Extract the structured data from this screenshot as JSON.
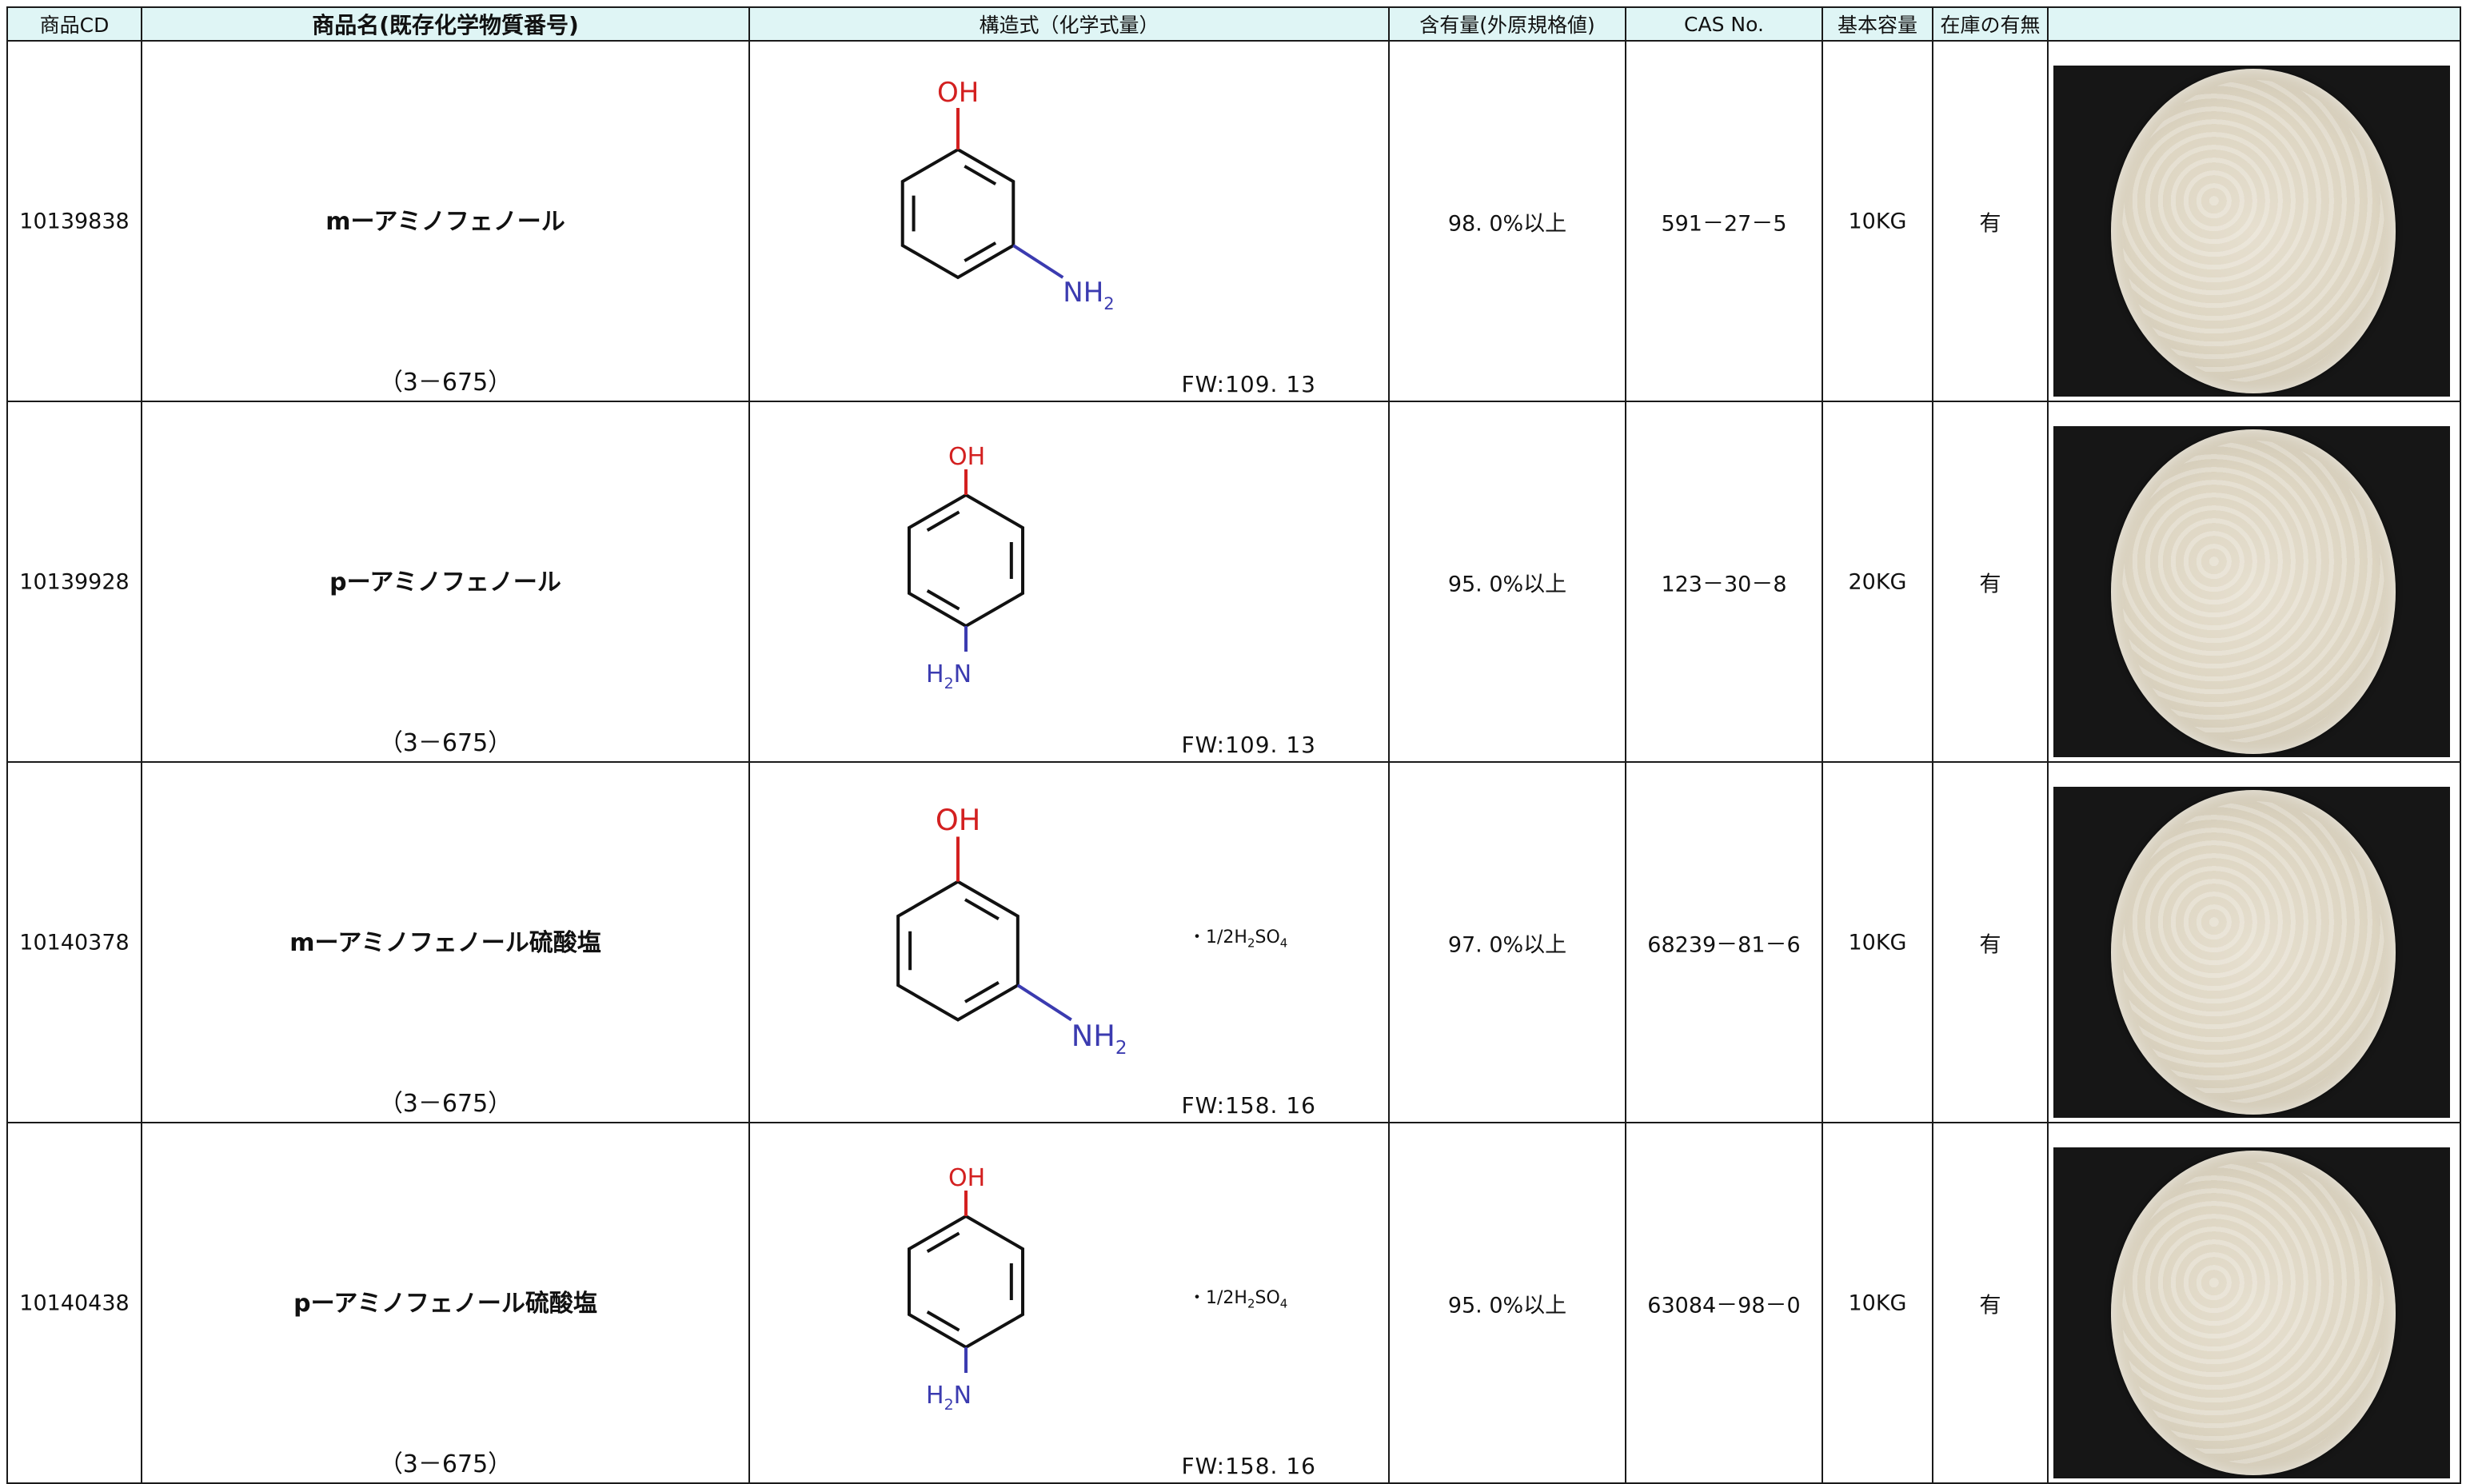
{
  "headers": {
    "cd": "商品CD",
    "name": "商品名(既存化学物質番号)",
    "structure": "構造式（化学式量）",
    "purity": "含有量(外原規格値)",
    "cas": "CAS No.",
    "volume": "基本容量",
    "stock": "在庫の有無",
    "photo": ""
  },
  "rows": [
    {
      "cd": "10139838",
      "name": "mーアミノフェノール",
      "reg": "（3－675）",
      "structure": "m-aminophenol",
      "salt": "",
      "fw": "FW:109. 13",
      "purity": "98. 0%以上",
      "cas": "591－27－5",
      "volume": "10KG",
      "stock": "有"
    },
    {
      "cd": "10139928",
      "name": "pーアミノフェノール",
      "reg": "（3－675）",
      "structure": "p-aminophenol",
      "salt": "",
      "fw": "FW:109. 13",
      "purity": "95. 0%以上",
      "cas": "123－30－8",
      "volume": "20KG",
      "stock": "有"
    },
    {
      "cd": "10140378",
      "name": "mーアミノフェノール硫酸塩",
      "reg": "（3－675）",
      "structure": "m-aminophenol",
      "salt": "・1/2H2SO4",
      "fw": "FW:158. 16",
      "purity": "97. 0%以上",
      "cas": "68239－81－6",
      "volume": "10KG",
      "stock": "有"
    },
    {
      "cd": "10140438",
      "name": "pーアミノフェノール硫酸塩",
      "reg": "（3－675）",
      "structure": "p-aminophenol",
      "salt": "・1/2H2SO4",
      "fw": "FW:158. 16",
      "purity": "95. 0%以上",
      "cas": "63084－98－0",
      "volume": "10KG",
      "stock": "有"
    }
  ],
  "labels": {
    "oh": "OH",
    "nh2": "NH2"
  },
  "colors": {
    "header_bg": "#dff5f5",
    "oh": "#d32020",
    "nh2": "#3b3bb0"
  }
}
